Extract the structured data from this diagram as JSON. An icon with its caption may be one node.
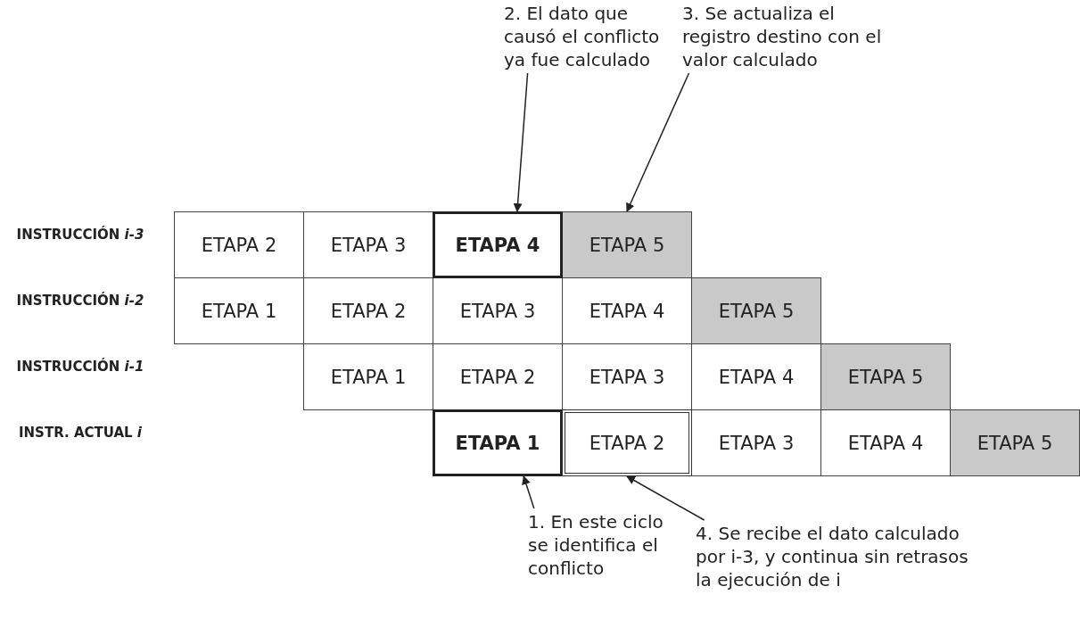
{
  "diagram": {
    "nodes": [
      {
        "text": [
          "2. El dato que causó el conflicto ya fue calculado"
        ]
      },
      {
        "text": [
          "3. Se actualiza el registro destino con el valor calculado"
        ]
      },
      {
        "text": [
          "ETAPA 2"
        ]
      },
      {
        "text": [
          "ETAPA 3"
        ]
      },
      {
        "text": [
          "ETAPA 4"
        ]
      },
      {
        "text": [
          "ETAPA 5"
        ]
      },
      {
        "text": [
          "ETAPA 1"
        ]
      },
      {
        "text": [
          "ETAPA 2"
        ]
      },
      {
        "text": [
          "ETAPA 3"
        ]
      },
      {
        "text": [
          "ETAPA 4"
        ]
      },
      {
        "text": [
          "ETAPA 5"
        ]
      },
      {
        "text": [
          "ETAPA 1"
        ]
      },
      {
        "text": [
          "ETAPA 2"
        ]
      },
      {
        "text": [
          "ETAPA 3"
        ]
      },
      {
        "text": [
          "ETAPA 4"
        ]
      },
      {
        "text": [
          "ETAPA 5"
        ]
      },
      {
        "text": [
          "ETAPA 1"
        ]
      },
      {
        "text": [
          "ETAPA 2"
        ]
      },
      {
        "text": [
          "ETAPA 3"
        ]
      },
      {
        "text": [
          "ETAPA 4"
        ]
      },
      {
        "text": [
          "ETAPA 5"
        ]
      },
      {
        "text": [
          "1. En este ciclo se identifica el conflicto"
        ]
      },
      {
        "text": [
          "4. Se recibe el dato calculado por i-3, y continua sin retrasos la ejecución de i"
        ]
      }
    ],
    "edges": [
      {
        "from": 0,
        "to": 4,
        "arrow": "to"
      },
      {
        "from": 1,
        "to": 5,
        "arrow": "to"
      },
      {
        "from": 21,
        "to": 16,
        "arrow": "to"
      },
      {
        "from": 22,
        "to": 17,
        "arrow": "to"
      }
    ],
    "labels": [
      "INSTRUCCIÓN *i-3*",
      "INSTRUCCIÓN *i-2*",
      "INSTRUCCIÓN *i-1*",
      "INSTR. ACTUAL *i*"
    ]
  }
}
